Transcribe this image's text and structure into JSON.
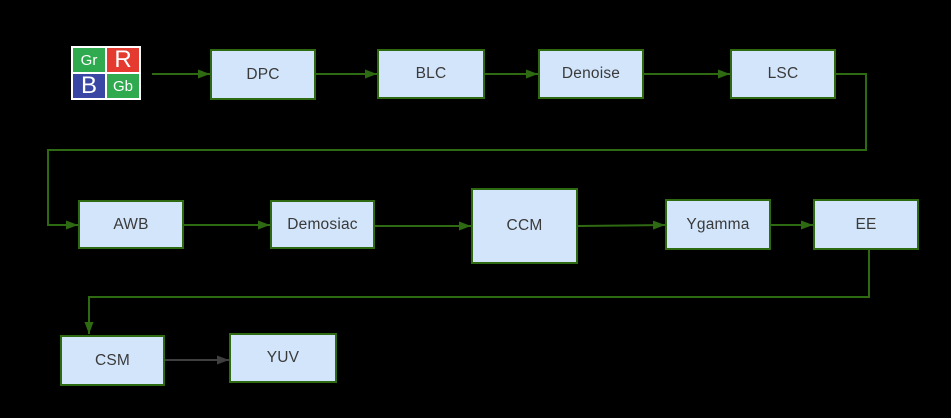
{
  "diagram": {
    "colors": {
      "background": "#000000",
      "node_fill": "#d2e5fb",
      "node_border": "#2e6a12",
      "node_text": "#3a3a3a",
      "connector_green": "#2e6a12",
      "connector_gray": "#3f3f3f",
      "bayer_green": "#2faa4f",
      "bayer_red": "#e43a2f",
      "bayer_blue": "#3a46a4",
      "bayer_text": "#ffffff"
    },
    "bayer_cells": [
      {
        "label": "Gr",
        "color": "#2faa4f"
      },
      {
        "label": "R",
        "color": "#e43a2f"
      },
      {
        "label": "B",
        "color": "#3a46a4"
      },
      {
        "label": "Gb",
        "color": "#2faa4f"
      }
    ],
    "nodes": [
      {
        "id": "dpc",
        "label": "DPC"
      },
      {
        "id": "blc",
        "label": "BLC"
      },
      {
        "id": "denoise",
        "label": "Denoise"
      },
      {
        "id": "lsc",
        "label": "LSC"
      },
      {
        "id": "awb",
        "label": "AWB"
      },
      {
        "id": "demosiac",
        "label": "Demosiac"
      },
      {
        "id": "ccm",
        "label": "CCM"
      },
      {
        "id": "ygamma",
        "label": "Ygamma"
      },
      {
        "id": "ee",
        "label": "EE"
      },
      {
        "id": "csm",
        "label": "CSM"
      },
      {
        "id": "yuv",
        "label": "YUV"
      }
    ],
    "edges": [
      {
        "from": "bayer-pattern",
        "to": "dpc",
        "color": "green"
      },
      {
        "from": "dpc",
        "to": "blc",
        "color": "green"
      },
      {
        "from": "blc",
        "to": "denoise",
        "color": "green"
      },
      {
        "from": "denoise",
        "to": "lsc",
        "color": "green"
      },
      {
        "from": "lsc",
        "to": "awb",
        "color": "green"
      },
      {
        "from": "awb",
        "to": "demosiac",
        "color": "green"
      },
      {
        "from": "demosiac",
        "to": "ccm",
        "color": "green"
      },
      {
        "from": "ccm",
        "to": "ygamma",
        "color": "green"
      },
      {
        "from": "ygamma",
        "to": "ee",
        "color": "green"
      },
      {
        "from": "ee",
        "to": "csm",
        "color": "green"
      },
      {
        "from": "csm",
        "to": "yuv",
        "color": "gray"
      }
    ]
  }
}
